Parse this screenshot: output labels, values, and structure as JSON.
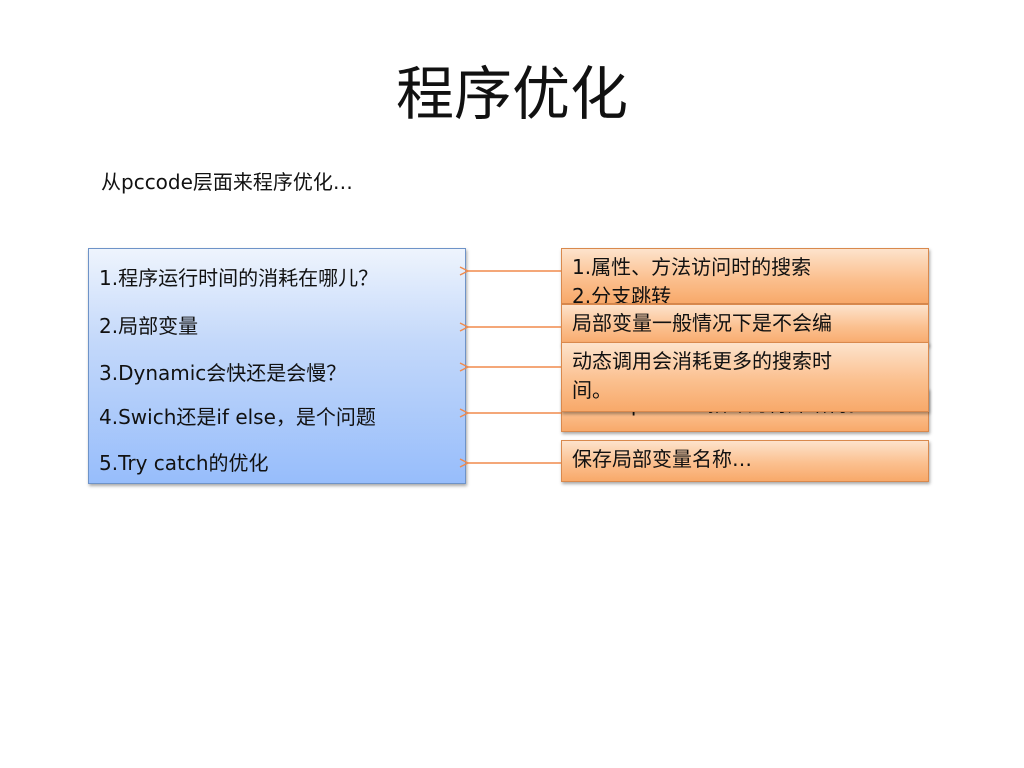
{
  "slide": {
    "title": "程序优化",
    "subtitle": "从pccode层面来程序优化…"
  },
  "questions": [
    "1.程序运行时间的消耗在哪儿？",
    "2.局部变量",
    "3.Dynamic会快还是会慢？",
    "4.Swich还是if else，是个问题",
    "5.Try catch的优化"
  ],
  "answers": {
    "search_costs": [
      "1.属性、方法访问时的搜索",
      "2.分支跳转"
    ],
    "local_variable": [
      "局部变量一般情况下是不会编"
    ],
    "switch": [
      "Lookupswitch指令的特殊结构。"
    ],
    "dynamic": [
      "动态调用会消耗更多的搜索时",
      "间。"
    ],
    "try_catch": [
      "保存局部变量名称…"
    ]
  },
  "colors": {
    "question_box": "#c3d8fa",
    "answer_box": "#fbc08f",
    "arrow": "#f08a4b"
  }
}
